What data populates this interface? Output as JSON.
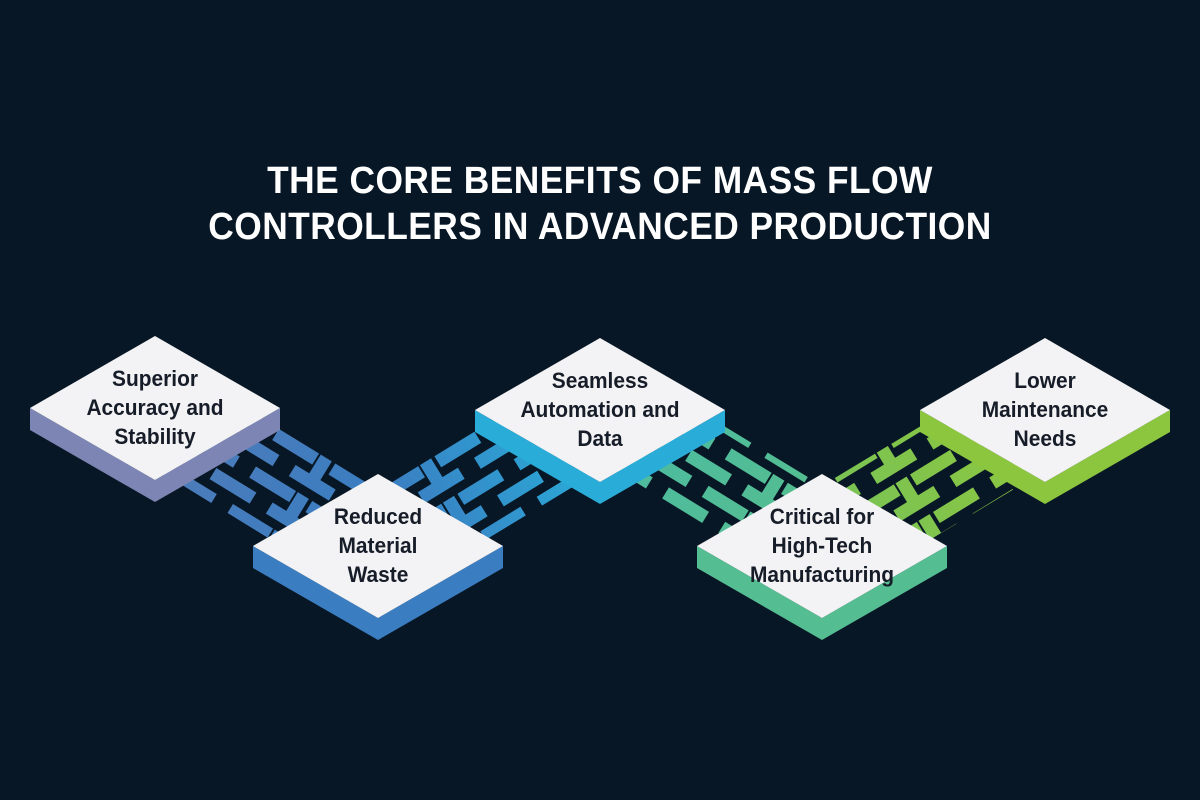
{
  "title": {
    "line1": "THE CORE BENEFITS OF MASS FLOW",
    "line2": "CONTROLLERS IN ADVANCED PRODUCTION"
  },
  "colors": {
    "background": "#081725",
    "diamond_top_face": "#f3f2f4",
    "label_text": "#161d29",
    "title_text": "#ffffff"
  },
  "nodes": [
    {
      "label": "Superior Accuracy and Stability",
      "lines": [
        "Superior",
        "Accuracy and",
        "Stability"
      ],
      "color": "#7d85b5",
      "position": "upper"
    },
    {
      "label": "Reduced Material Waste",
      "lines": [
        "Reduced",
        "Material",
        "Waste"
      ],
      "color": "#3b7dc1",
      "position": "lower"
    },
    {
      "label": "Seamless Automation and Data",
      "lines": [
        "Seamless",
        "Automation and",
        "Data"
      ],
      "color": "#29acd8",
      "position": "upper"
    },
    {
      "label": "Critical for High-Tech Manufacturing",
      "lines": [
        "Critical for",
        "High-Tech",
        "Manufacturing"
      ],
      "color": "#54bd91",
      "position": "lower"
    },
    {
      "label": "Lower Maintenance Needs",
      "lines": [
        "Lower",
        "Maintenance",
        "Needs"
      ],
      "color": "#8cc63f",
      "position": "upper"
    }
  ],
  "connectors": [
    {
      "from": "Superior Accuracy and Stability",
      "to": "Reduced Material Waste",
      "style": "circuit-dashes",
      "color_start": "#4e7cb9",
      "color_end": "#3b7dc1"
    },
    {
      "from": "Reduced Material Waste",
      "to": "Seamless Automation and Data",
      "style": "circuit-dashes",
      "color_start": "#3b7dc1",
      "color_end": "#29acd8"
    },
    {
      "from": "Seamless Automation and Data",
      "to": "Critical for High-Tech Manufacturing",
      "style": "circuit-dashes",
      "color_start": "#4cbca0",
      "color_end": "#54bd91"
    },
    {
      "from": "Critical for High-Tech Manufacturing",
      "to": "Lower Maintenance Needs",
      "style": "circuit-dashes",
      "color_start": "#79c355",
      "color_end": "#8cc63f"
    }
  ]
}
